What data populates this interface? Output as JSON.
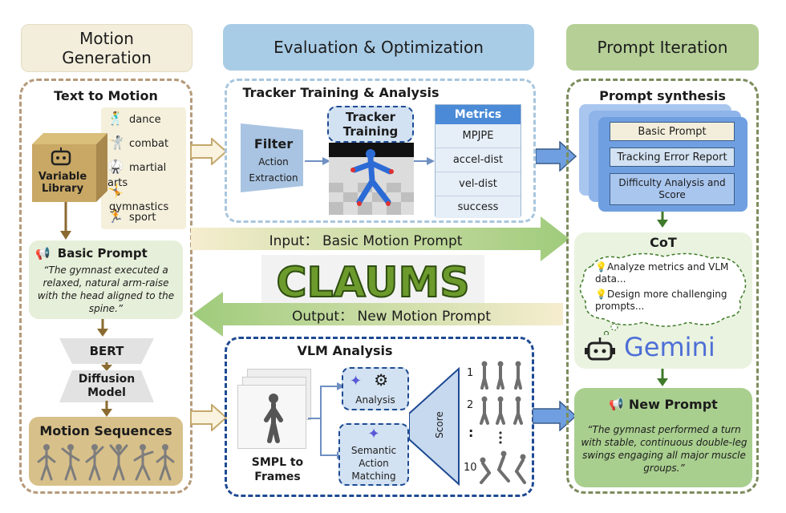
{
  "headers": {
    "motion_generation": "Motion Generation",
    "evaluation": "Evaluation & Optimization",
    "prompt_iteration": "Prompt Iteration"
  },
  "left": {
    "title": "Text to Motion",
    "library_label": "Variable Library",
    "categories": [
      "dance",
      "combat",
      "martial arts",
      "gymnastics",
      "sport"
    ],
    "basic_prompt_title": "Basic Prompt",
    "basic_prompt_text": "“The gymnast executed a relaxed, natural arm-raise with the head aligned to the spine.”",
    "bert": "BERT",
    "diffusion": "Diffusion Model",
    "motion_sequences": "Motion Sequences"
  },
  "tracker": {
    "title": "Tracker Training & Analysis",
    "filter_title": "Filter",
    "filter_sub": "Action Extraction",
    "training_title": "Tracker Training",
    "metrics_title": "Metrics",
    "metrics": [
      "MPJPE",
      "accel-dist",
      "vel-dist",
      "success"
    ]
  },
  "banners": {
    "input": "Input： Basic Motion Prompt",
    "output": "Output： New Motion Prompt",
    "logo": "CLAUMS"
  },
  "vlm": {
    "title": "VLM Analysis",
    "smpl_label": "SMPL to Frames",
    "analysis_label": "Analysis",
    "matching_label": "Semantic Action Matching",
    "score_label": "Score",
    "ranks": [
      "1",
      "2",
      ":",
      "10"
    ]
  },
  "right": {
    "synthesis_title": "Prompt synthesis",
    "synthesis_items": [
      "Basic Prompt",
      "Tracking Error Report",
      "Difficulty Analysis and Score"
    ],
    "cot_title": "CoT",
    "cot_lines": [
      "Analyze metrics and VLM data...",
      "Design more challenging prompts..."
    ],
    "gemini": "Gemini",
    "new_prompt_title": "New Prompt",
    "new_prompt_text": "“The gymnast performed a turn with stable, continuous double-leg swings engaging all major muscle groups.”"
  },
  "colors": {
    "beige": "#f3eedb",
    "blue_header": "#a9cce6",
    "green_header": "#b5cf96",
    "green_box": "#a9cf8f",
    "navy": "#1e4a93",
    "brown_arrow": "#8a6a30"
  }
}
